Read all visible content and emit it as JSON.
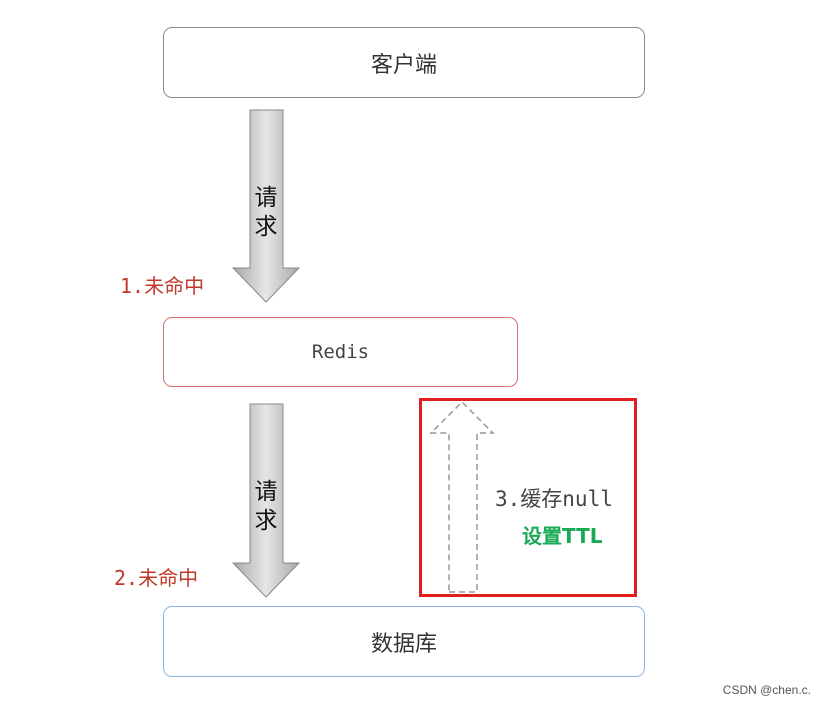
{
  "nodes": {
    "client": "客户端",
    "redis": "Redis",
    "database": "数据库"
  },
  "arrows": {
    "request_1": [
      "请",
      "求"
    ],
    "request_2": [
      "请",
      "求"
    ]
  },
  "labels": {
    "miss_1": "1.未命中",
    "miss_2": "2.未命中",
    "cache_null": "3.缓存null",
    "set_ttl": "设置TTL"
  },
  "watermark": "CSDN @chen.c.",
  "colors": {
    "miss_label": "#c0392b",
    "highlight_frame": "#e02020",
    "ttl_text": "#1aaa55",
    "redis_border": "#d97070",
    "database_border": "#8eb4e3",
    "client_border": "#8c8c8c",
    "arrow_fill": "#c8c8c8"
  }
}
